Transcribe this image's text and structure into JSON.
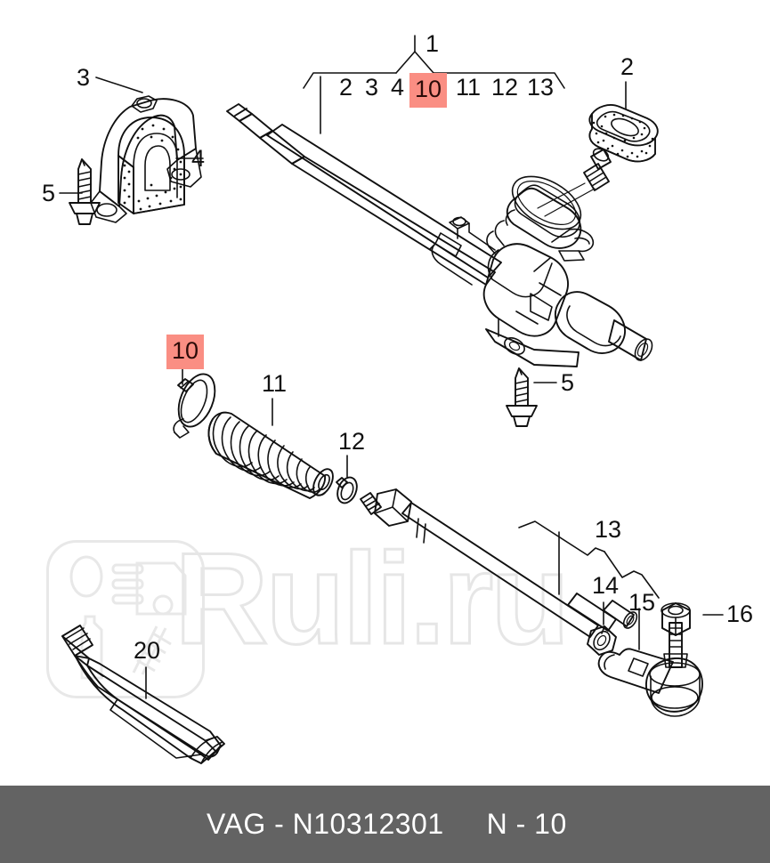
{
  "document": {
    "type": "automotive-parts-exploded-diagram",
    "subject": "Steering rack / tie rod assembly"
  },
  "watermark": {
    "text": "Ruli.ru",
    "color": "#e6e6e6"
  },
  "colors": {
    "highlight": "#fa8e83",
    "footer_bg": "#636363",
    "footer_text": "#ffffff",
    "line": "#111111",
    "background": "#ffffff"
  },
  "assembly_bracket": {
    "group_label": "1",
    "members": [
      "2",
      "3",
      "4",
      "10",
      "11",
      "12",
      "13"
    ],
    "members_visible": [
      "2",
      "3",
      "4",
      "10",
      "11",
      "12",
      "13"
    ],
    "highlighted_member": "10"
  },
  "callouts": [
    {
      "id": "c1",
      "number": "1",
      "highlighted": false,
      "part": "steering-rack-assembly"
    },
    {
      "id": "c2",
      "number": "2",
      "highlighted": false,
      "part": "oval-rubber-mount"
    },
    {
      "id": "c3",
      "number": "3",
      "highlighted": false,
      "part": "mounting-clamp-bracket"
    },
    {
      "id": "c4",
      "number": "4",
      "highlighted": false,
      "part": "rubber-bushing-block"
    },
    {
      "id": "c5a",
      "number": "5",
      "highlighted": false,
      "part": "hex-flange-bolt-left"
    },
    {
      "id": "c5b",
      "number": "5",
      "highlighted": false,
      "part": "hex-flange-bolt-right"
    },
    {
      "id": "c10a",
      "number": "10",
      "highlighted": true,
      "part": "boot-clamp-ring-large"
    },
    {
      "id": "c10b",
      "number": "10",
      "highlighted": true,
      "part": "boot-clamp-ring-bracket-list"
    },
    {
      "id": "c11",
      "number": "11",
      "highlighted": false,
      "part": "bellows-boot"
    },
    {
      "id": "c12",
      "number": "12",
      "highlighted": false,
      "part": "boot-clamp-ring-small"
    },
    {
      "id": "c13",
      "number": "13",
      "highlighted": false,
      "part": "tie-rod-assembly"
    },
    {
      "id": "c14",
      "number": "14",
      "highlighted": false,
      "part": "lock-nut"
    },
    {
      "id": "c15",
      "number": "15",
      "highlighted": false,
      "part": "tie-rod-end"
    },
    {
      "id": "c16",
      "number": "16",
      "highlighted": false,
      "part": "castle-nut"
    },
    {
      "id": "c20",
      "number": "20",
      "highlighted": false,
      "part": "grease-tube"
    }
  ],
  "footer": {
    "manufacturer": "VAG",
    "separator": "-",
    "part_number": "N10312301",
    "catalog_code": "N - 10",
    "left_text": "VAG - N10312301",
    "right_text": "N - 10"
  }
}
